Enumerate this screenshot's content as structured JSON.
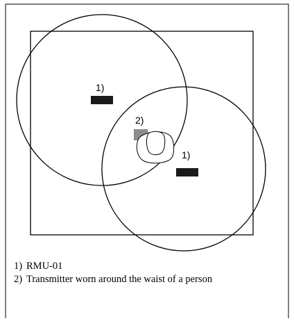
{
  "diagram": {
    "marker_labels": {
      "rmu_top": "1)",
      "transmitter": "2)",
      "rmu_bottom": "1)"
    }
  },
  "legend": [
    {
      "num": "1)",
      "text": "RMU-01"
    },
    {
      "num": "2)",
      "text": "Transmitter worn around the waist of a person"
    }
  ]
}
